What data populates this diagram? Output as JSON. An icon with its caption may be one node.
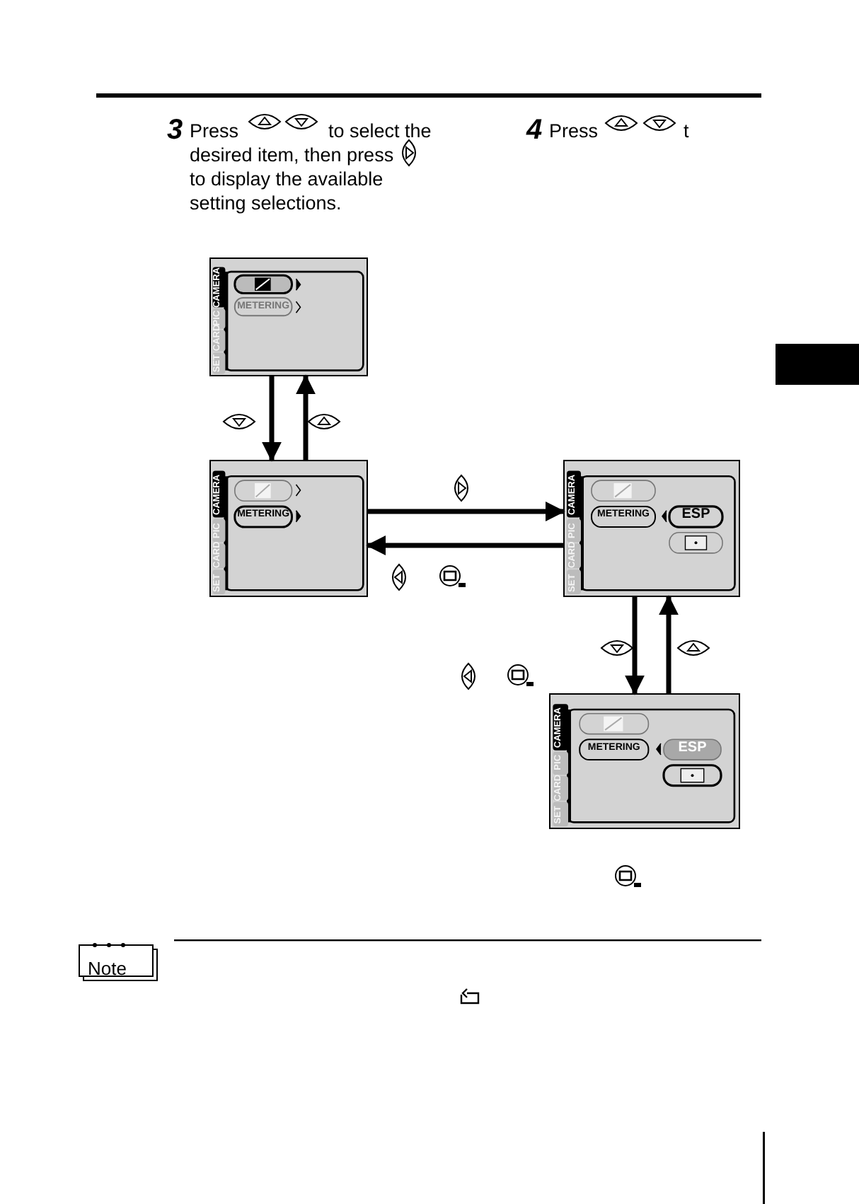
{
  "diagram": {
    "nodes": [
      {
        "text": [
          "CAMERA",
          "PIC",
          "CARD",
          "SET",
          "METERING"
        ]
      },
      {
        "text": [
          "CAMERA",
          "PIC",
          "CARD",
          "SET",
          "METERING"
        ]
      },
      {
        "text": [
          "CAMERA",
          "PIC",
          "CARD",
          "SET",
          "METERING",
          "ESP"
        ]
      },
      {
        "text": [
          "CAMERA",
          "PIC",
          "CARD",
          "SET",
          "METERING",
          "ESP"
        ]
      }
    ],
    "edges": [
      {
        "from": 0,
        "to": 1,
        "arrow": "to"
      },
      {
        "from": 1,
        "to": 0,
        "arrow": "to"
      },
      {
        "from": 1,
        "to": 2,
        "arrow": "to"
      },
      {
        "from": 2,
        "to": 1,
        "arrow": "to"
      },
      {
        "from": 2,
        "to": 3,
        "arrow": "to"
      },
      {
        "from": 3,
        "to": 2,
        "arrow": "to"
      }
    ],
    "labels": [
      "3",
      "Press",
      "to select the",
      "desired item,  then press",
      "to display the available",
      "setting selections.",
      "4",
      "Press",
      "t",
      "Note"
    ]
  }
}
